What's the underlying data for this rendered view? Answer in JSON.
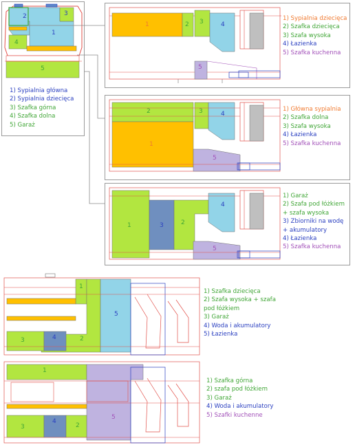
{
  "colors": {
    "orange": "#FFC000",
    "green": "#B2E640",
    "blue": "#92D4E8",
    "steel": "#6F8FBF",
    "purple": "#BFB3E0",
    "grey": "#BFBFBF",
    "red": "#E2504A",
    "legend_orange": "#F07A30",
    "legend_green": "#3FA535",
    "legend_blue": "#2A3FC0",
    "legend_purple": "#A14FB8"
  },
  "top_view": {
    "numbers": [
      "1",
      "2",
      "3",
      "4",
      "5"
    ],
    "legend": [
      "1) Sypialnia główna",
      "2) Sypialnia dziecięca",
      "3) Szafka górna",
      "4) Szafka dolna",
      "5) Garaż"
    ]
  },
  "panel_1": {
    "numbers": [
      "1",
      "2",
      "3",
      "4",
      "5"
    ],
    "legend": [
      "1) Sypialnia dziecięca",
      "2) Szafka dziecięca",
      "3) Szafa wysoka",
      "4) Łazienka",
      "5) Szafka kuchenna"
    ]
  },
  "panel_2": {
    "numbers": [
      "1",
      "2",
      "3",
      "4",
      "5"
    ],
    "legend": [
      "1) Główna sypialnia",
      "2) Szafka dolna",
      "3) Szafa wysoka",
      "4) Łazienka",
      "5) Szafka kuchenna"
    ]
  },
  "panel_3": {
    "numbers": [
      "1",
      "2",
      "3",
      "4",
      "5"
    ],
    "legend": [
      "1) Garaż",
      "2) Szafa pod łóżkiem",
      "+ szafa wysoka",
      "3) Zbiorniki na wodę",
      "+ akumulatory",
      "4) Łazienka",
      "5) Szafka kuchenna"
    ]
  },
  "side_view_1": {
    "numbers": [
      "1",
      "2",
      "3",
      "4",
      "5"
    ],
    "legend": [
      "1) Szafka dziecięca",
      "2) Szafa wysoka + szafa",
      "pod łóżkiem",
      "3) Garaż",
      "4) Woda i akumulatory",
      "5) Łazienka"
    ]
  },
  "side_view_2": {
    "numbers": [
      "1",
      "2",
      "3",
      "4",
      "5"
    ],
    "legend": [
      "1) Szafka górna",
      "2) szafa  pod łóżkiem",
      "3) Garaż",
      "4) Woda i akumulatory",
      "5) Szafki kuchenne"
    ]
  }
}
